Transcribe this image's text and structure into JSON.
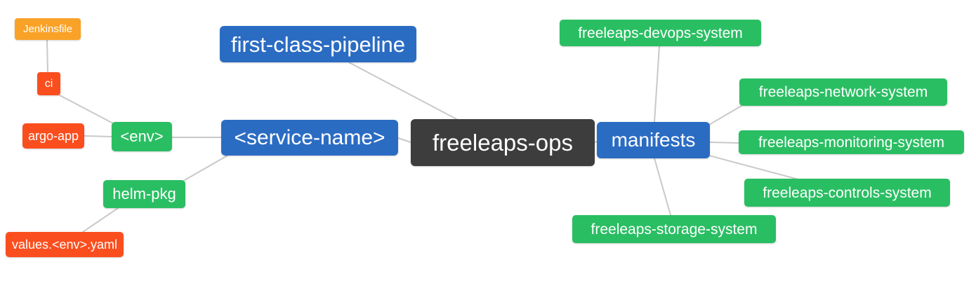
{
  "palette": {
    "blue": "#2b6cc3",
    "green": "#2abe63",
    "orange": "#f9a227",
    "red": "#fb4e1e",
    "dark": "#3d3d3d",
    "edge": "#c9c9c9",
    "text": "#ffffff",
    "background": "#ffffff"
  },
  "nodes": {
    "freeleaps_ops": {
      "label": "freeleaps-ops",
      "color": "#3d3d3d"
    },
    "first_class_pipeline": {
      "label": "first-class-pipeline",
      "color": "#2b6cc3"
    },
    "service_name": {
      "label": "<service-name>",
      "color": "#2b6cc3"
    },
    "manifests": {
      "label": "manifests",
      "color": "#2b6cc3"
    },
    "env": {
      "label": "<env>",
      "color": "#2abe63"
    },
    "helm_pkg": {
      "label": "helm-pkg",
      "color": "#2abe63"
    },
    "ci": {
      "label": "ci",
      "color": "#fb4e1e"
    },
    "argo_app": {
      "label": "argo-app",
      "color": "#fb4e1e"
    },
    "jenkinsfile": {
      "label": "Jenkinsfile",
      "color": "#f9a227"
    },
    "values_env_yaml": {
      "label": "values.<env>.yaml",
      "color": "#fb4e1e"
    },
    "devops_system": {
      "label": "freeleaps-devops-system",
      "color": "#2abe63"
    },
    "network_system": {
      "label": "freeleaps-network-system",
      "color": "#2abe63"
    },
    "monitoring_system": {
      "label": "freeleaps-monitoring-system",
      "color": "#2abe63"
    },
    "controls_system": {
      "label": "freeleaps-controls-system",
      "color": "#2abe63"
    },
    "storage_system": {
      "label": "freeleaps-storage-system",
      "color": "#2abe63"
    }
  },
  "edges": [
    {
      "from": "jenkinsfile",
      "to": "ci"
    },
    {
      "from": "ci",
      "to": "env"
    },
    {
      "from": "argo_app",
      "to": "env"
    },
    {
      "from": "env",
      "to": "service_name"
    },
    {
      "from": "helm_pkg",
      "to": "service_name"
    },
    {
      "from": "values_env_yaml",
      "to": "helm_pkg"
    },
    {
      "from": "first_class_pipeline",
      "to": "freeleaps_ops"
    },
    {
      "from": "service_name",
      "to": "freeleaps_ops"
    },
    {
      "from": "freeleaps_ops",
      "to": "manifests"
    },
    {
      "from": "manifests",
      "to": "devops_system"
    },
    {
      "from": "manifests",
      "to": "network_system"
    },
    {
      "from": "manifests",
      "to": "monitoring_system"
    },
    {
      "from": "manifests",
      "to": "controls_system"
    },
    {
      "from": "manifests",
      "to": "storage_system"
    }
  ]
}
